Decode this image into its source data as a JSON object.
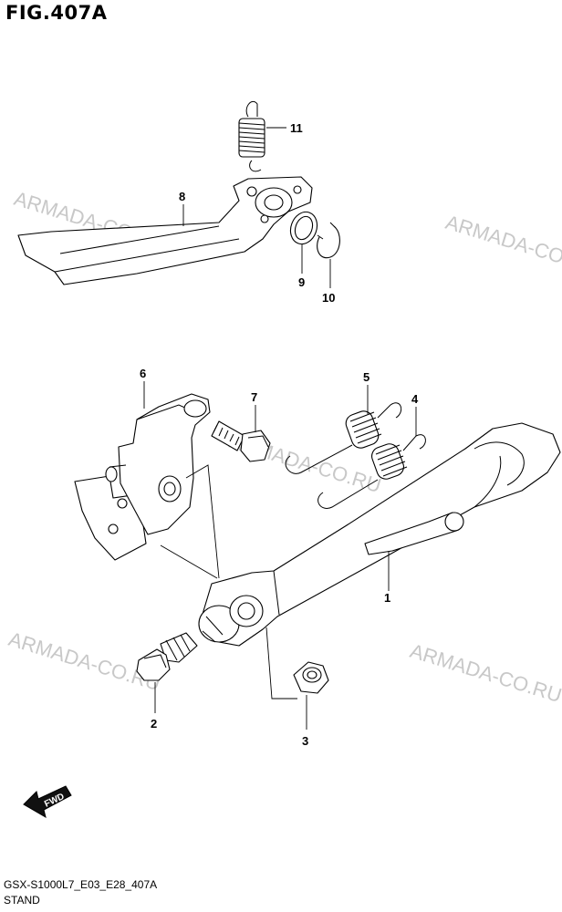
{
  "title": "FIG.407A",
  "watermarks": [
    "ARMADA-CO.RU",
    "ARMADA-CO.RU",
    "ARMADA-CO.RU",
    "ARMADA-CO.RU",
    "ARMADA-CO.RU"
  ],
  "callouts": [
    "1",
    "2",
    "3",
    "4",
    "5",
    "6",
    "7",
    "8",
    "9",
    "10",
    "11"
  ],
  "fwd_label": "FWD",
  "footer": {
    "code": "GSX-S1000L7_E03_E28_407A",
    "name": "STAND"
  }
}
